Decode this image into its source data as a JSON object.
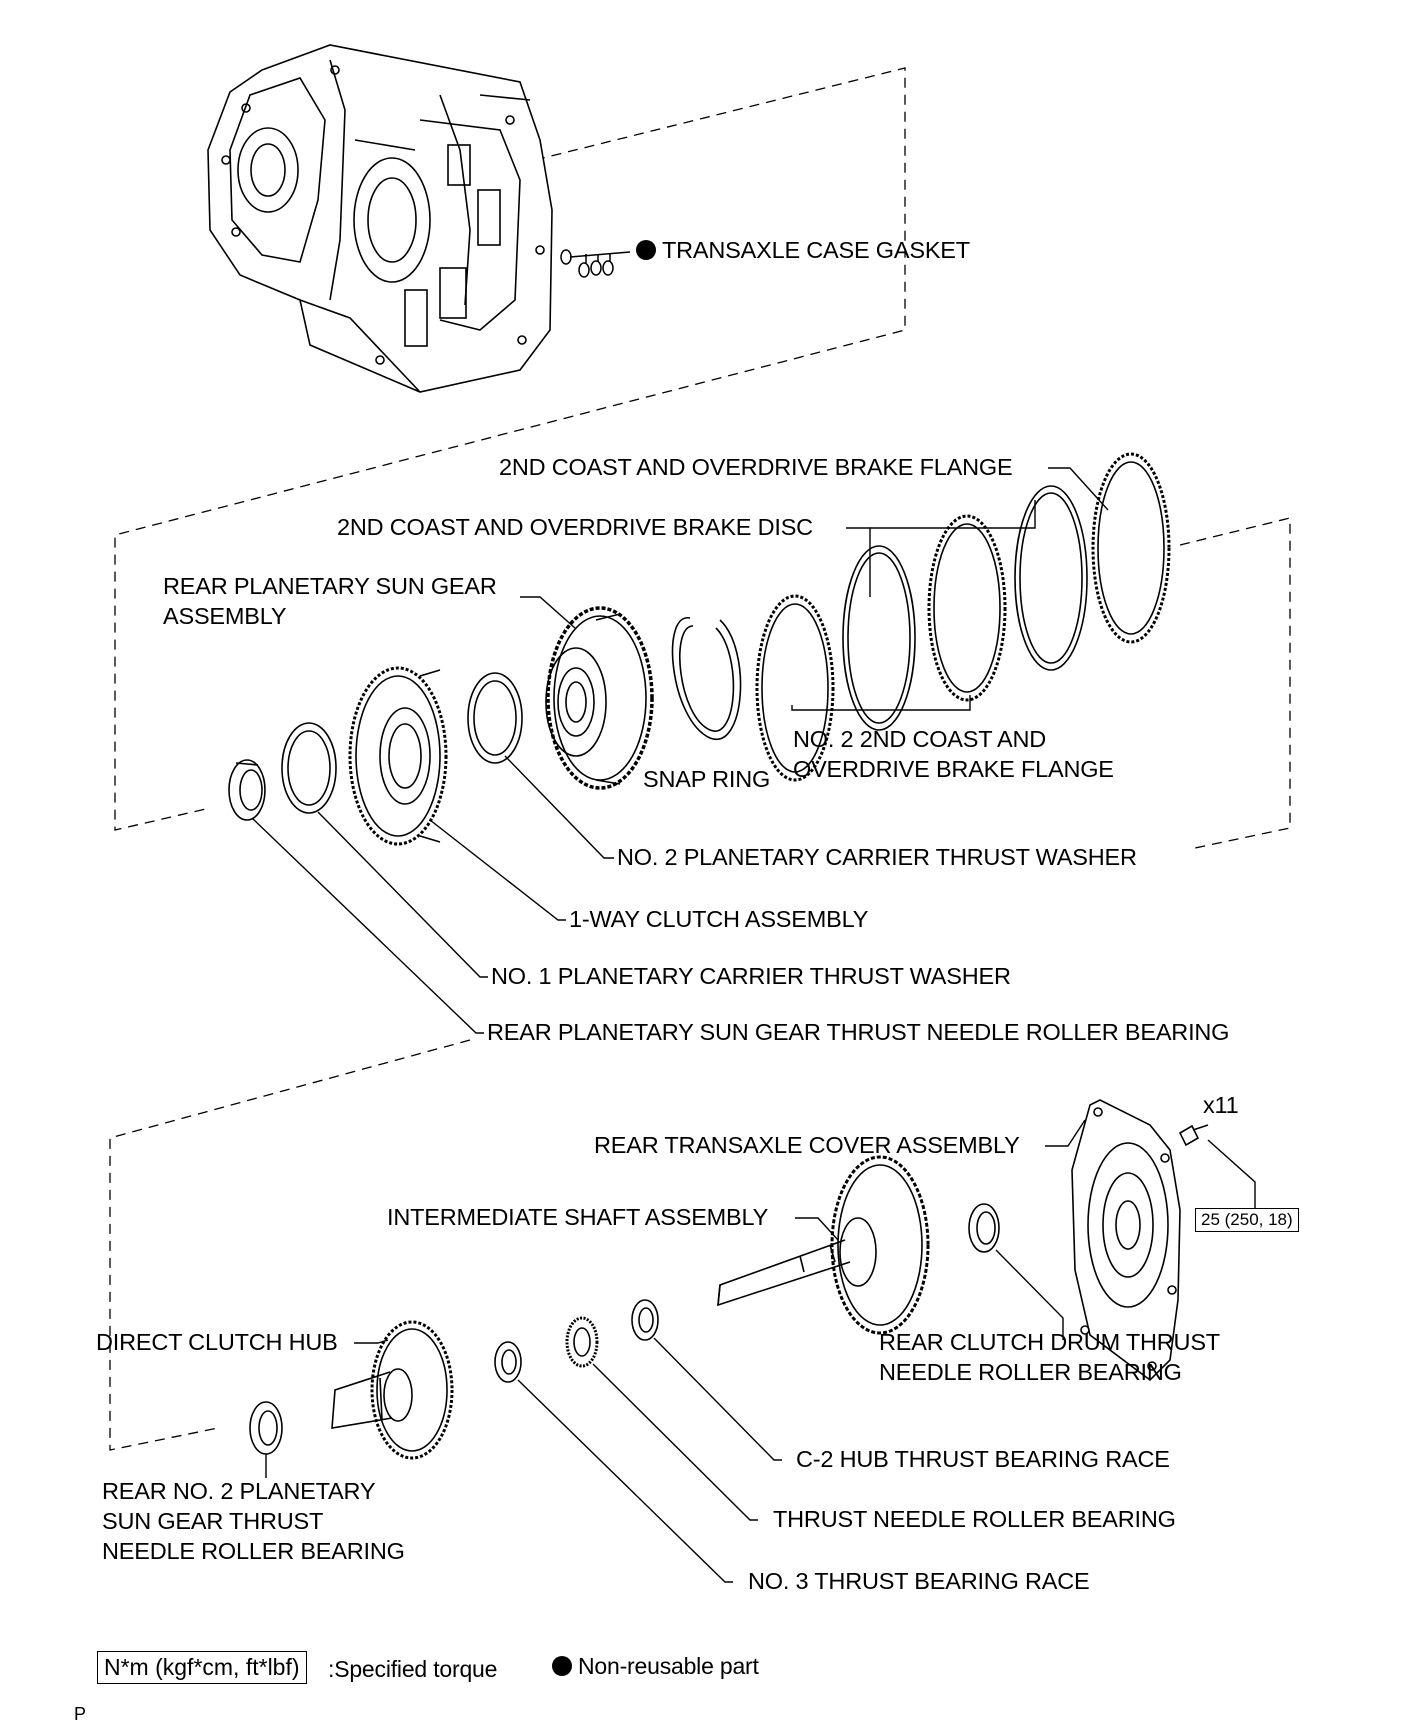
{
  "labels": {
    "transaxle_case_gasket": "TRANSAXLE CASE GASKET",
    "brake_flange": "2ND COAST AND OVERDRIVE BRAKE FLANGE",
    "brake_disc": "2ND COAST AND OVERDRIVE BRAKE DISC",
    "rear_sun_gear_line1": "REAR PLANETARY SUN GEAR",
    "rear_sun_gear_line2": "ASSEMBLY",
    "snap_ring": "SNAP RING",
    "no2_flange_line1": "NO. 2 2ND COAST AND",
    "no2_flange_line2": "OVERDRIVE BRAKE FLANGE",
    "no2_carrier_washer": "NO. 2 PLANETARY CARRIER THRUST WASHER",
    "one_way_clutch": "1-WAY CLUTCH ASSEMBLY",
    "no1_carrier_washer": "NO. 1 PLANETARY CARRIER THRUST WASHER",
    "rear_sun_gear_bearing": "REAR PLANETARY SUN GEAR THRUST NEEDLE ROLLER BEARING",
    "bolt_count": "x11",
    "rear_cover": "REAR TRANSAXLE COVER ASSEMBLY",
    "intermediate_shaft": "INTERMEDIATE SHAFT ASSEMBLY",
    "torque_value": "25 (250, 18)",
    "direct_clutch_hub": "DIRECT CLUTCH HUB",
    "rear_clutch_drum_line1": "REAR CLUTCH DRUM THRUST",
    "rear_clutch_drum_line2": "NEEDLE ROLLER BEARING",
    "c2_hub_race": "C-2 HUB THRUST BEARING RACE",
    "thrust_needle_bearing": "THRUST NEEDLE ROLLER BEARING",
    "no3_race": "NO. 3 THRUST BEARING RACE",
    "rear_no2_line1": "REAR NO. 2 PLANETARY",
    "rear_no2_line2": "SUN GEAR THRUST",
    "rear_no2_line3": "NEEDLE ROLLER BEARING"
  },
  "legend": {
    "torque_unit": "N*m (kgf*cm, ft*lbf)",
    "torque_desc": ":Specified torque",
    "nonreusable_desc": "Non-reusable part"
  },
  "footer_mark": "P"
}
